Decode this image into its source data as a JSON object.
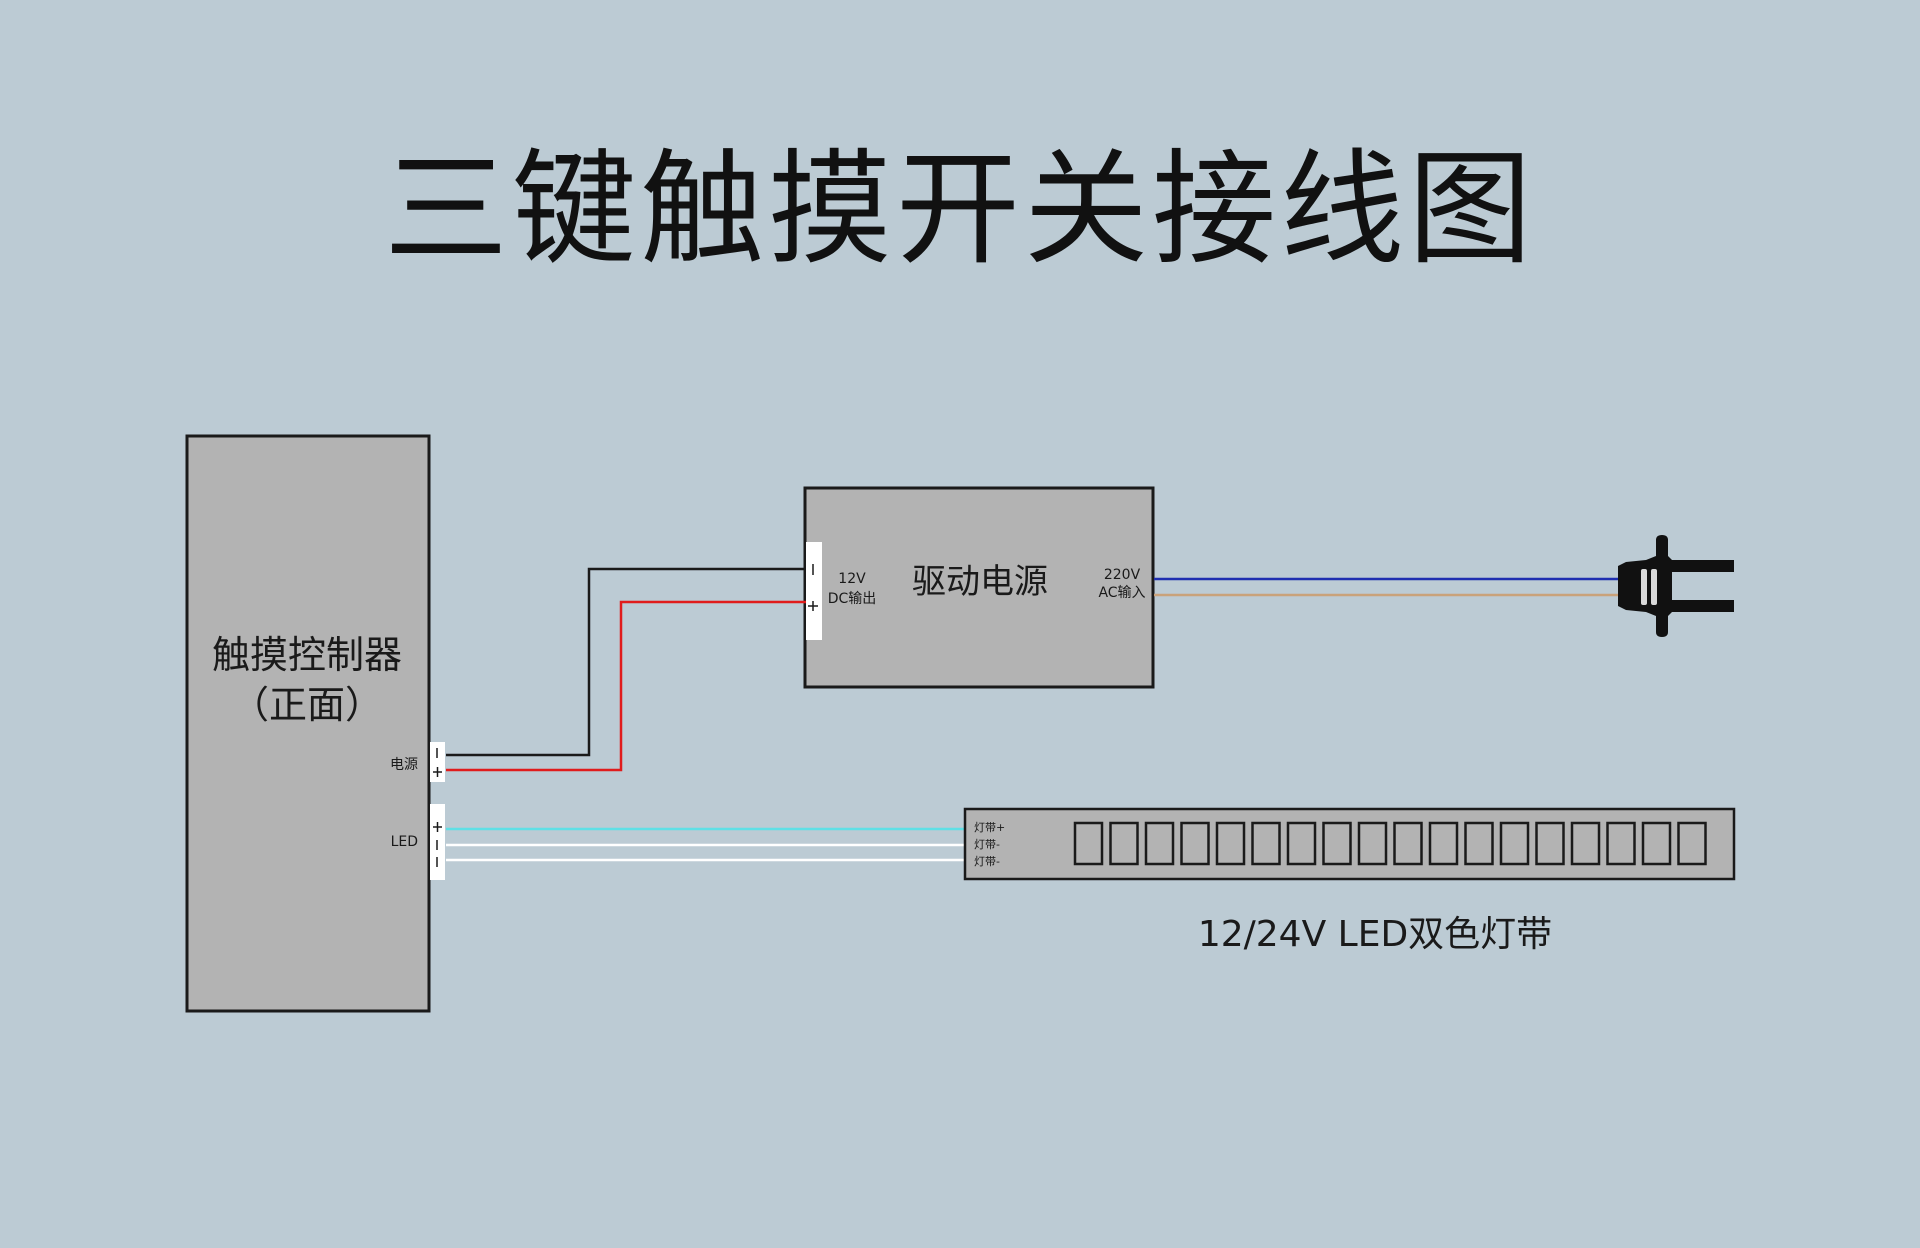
{
  "title": "三键触摸开关接线图",
  "controller": {
    "name": "触摸控制器",
    "subtitle": "（正面）",
    "ports": {
      "power": "电源",
      "led": "LED"
    },
    "power_signs": [
      "-",
      "+"
    ],
    "led_signs": [
      "+",
      "-",
      "-"
    ]
  },
  "power_supply": {
    "name": "驱动电源",
    "dc_voltage": "12V",
    "dc_label": "DC输出",
    "ac_voltage": "220V",
    "ac_label": "AC输入",
    "signs": [
      "-",
      "+"
    ]
  },
  "led_strip": {
    "name": "12/24V LED双色灯带",
    "terminals": [
      "灯带+",
      "灯带-",
      "灯带-"
    ]
  },
  "wire_colors": {
    "negative": "#1a1a1a",
    "positive": "#e01c1c",
    "ac_live": "#1f2fb0",
    "ac_neutral": "#c9a27a",
    "led_plus": "#5fe0e6",
    "led_minus": "#ffffff"
  },
  "colors": {
    "background": "#bccbd4",
    "box_fill": "#b3b3b3",
    "outline": "#1a1a1a"
  }
}
